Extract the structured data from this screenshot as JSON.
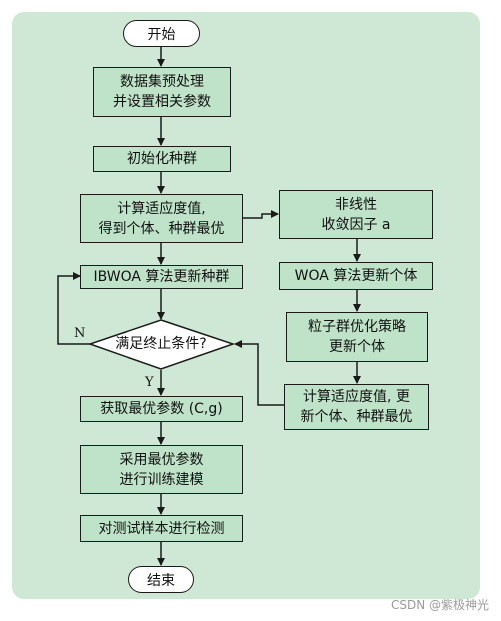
{
  "colors": {
    "panel_bg": "#cfe8d5",
    "box_fill": "#bfe3c8",
    "terminal_fill": "#ffffff",
    "stroke": "#1a1a1a"
  },
  "flowchart": {
    "start": "开始",
    "preprocess": "数据集预处理\n并设置相关参数",
    "init_population": "初始化种群",
    "compute_fitness": "计算适应度值,\n得到个体、种群最优",
    "ibwoa_update": "IBWOA 算法更新种群",
    "decision": "满足终止条件?",
    "label_no": "N",
    "label_yes": "Y",
    "get_best_params": "获取最优参数 (C,g)",
    "build_model": "采用最优参数\n进行训练建模",
    "test_sample": "对测试样本进行检测",
    "end": "结束",
    "nonlinear_factor": "非线性\n收敛因子 a",
    "woa_update": "WOA 算法更新个体",
    "pso_strategy": "粒子群优化策略\n更新个体",
    "compute_fitness_update": "计算适应度值, 更\n新个体、种群最优"
  },
  "watermark": "CSDN @紫极神光"
}
